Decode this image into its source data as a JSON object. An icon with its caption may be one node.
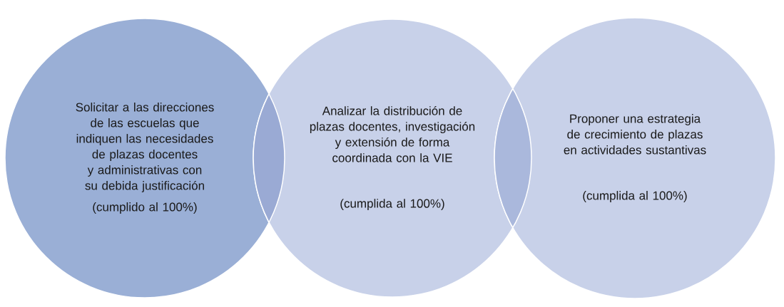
{
  "diagram": {
    "nodes": [
      {
        "text": [
          "Solicitar a las direcciones de las escuelas que indiquen las necesidades de plazas docentes y administrativas con su debida justificación",
          "(cumplido al 100%)"
        ]
      },
      {
        "text": [
          "Analizar la distribución de plazas docentes, investigación y extensión de forma coordinada con la VIE",
          "(cumplida al 100%)"
        ]
      },
      {
        "text": [
          "Proponer una estrategia de crecimiento de plazas en actividades sustantivas",
          "(cumplida al 100%)"
        ]
      }
    ]
  }
}
